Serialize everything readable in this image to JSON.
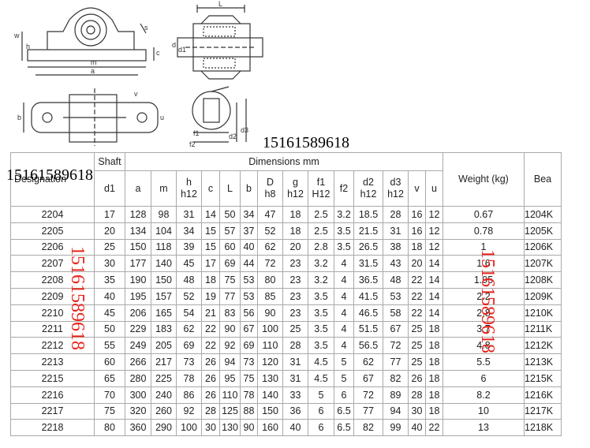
{
  "watermark": {
    "phone": "15161589618"
  },
  "table": {
    "headers": {
      "designation": "Designation",
      "shaft": "Shaft",
      "shaft_sub": "d1",
      "dimensions_group": "Dimensions mm",
      "weight": "Weight (kg)",
      "bearing": "Bea",
      "cols": [
        {
          "top": "",
          "bottom": "a"
        },
        {
          "top": "",
          "bottom": "m"
        },
        {
          "top": "h",
          "bottom": "h12"
        },
        {
          "top": "",
          "bottom": "c"
        },
        {
          "top": "",
          "bottom": "L"
        },
        {
          "top": "",
          "bottom": "b"
        },
        {
          "top": "D",
          "bottom": "h8"
        },
        {
          "top": "g",
          "bottom": "h12"
        },
        {
          "top": "f1",
          "bottom": "H12"
        },
        {
          "top": "",
          "bottom": "f2"
        },
        {
          "top": "d2",
          "bottom": "h12"
        },
        {
          "top": "d3",
          "bottom": "h12"
        },
        {
          "top": "",
          "bottom": "v"
        },
        {
          "top": "",
          "bottom": "u"
        }
      ]
    },
    "rows": [
      [
        "2204",
        "17",
        "128",
        "98",
        "31",
        "14",
        "50",
        "34",
        "47",
        "18",
        "2.5",
        "3.2",
        "18.5",
        "28",
        "16",
        "12",
        "0.67",
        "1204K"
      ],
      [
        "2205",
        "20",
        "134",
        "104",
        "34",
        "15",
        "57",
        "37",
        "52",
        "18",
        "2.5",
        "3.5",
        "21.5",
        "31",
        "16",
        "12",
        "0.78",
        "1205K"
      ],
      [
        "2206",
        "25",
        "150",
        "118",
        "39",
        "15",
        "60",
        "40",
        "62",
        "20",
        "2.8",
        "3.5",
        "26.5",
        "38",
        "18",
        "12",
        "1",
        "1206K"
      ],
      [
        "2207",
        "30",
        "177",
        "140",
        "45",
        "17",
        "69",
        "44",
        "72",
        "23",
        "3.2",
        "4",
        "31.5",
        "43",
        "20",
        "14",
        "1.6",
        "1207K"
      ],
      [
        "2208",
        "35",
        "190",
        "150",
        "48",
        "18",
        "75",
        "53",
        "80",
        "23",
        "3.2",
        "4",
        "36.5",
        "48",
        "22",
        "14",
        "1.95",
        "1208K"
      ],
      [
        "2209",
        "40",
        "195",
        "157",
        "52",
        "19",
        "77",
        "53",
        "85",
        "23",
        "3.5",
        "4",
        "41.5",
        "53",
        "22",
        "14",
        "2.2",
        "1209K"
      ],
      [
        "2210",
        "45",
        "206",
        "165",
        "54",
        "21",
        "83",
        "56",
        "90",
        "23",
        "3.5",
        "4",
        "46.5",
        "58",
        "22",
        "14",
        "2.8",
        "1210K"
      ],
      [
        "2211",
        "50",
        "229",
        "183",
        "62",
        "22",
        "90",
        "67",
        "100",
        "25",
        "3.5",
        "4",
        "51.5",
        "67",
        "25",
        "18",
        "3.7",
        "1211K"
      ],
      [
        "2212",
        "55",
        "249",
        "205",
        "69",
        "22",
        "92",
        "69",
        "110",
        "28",
        "3.5",
        "4",
        "56.5",
        "72",
        "25",
        "18",
        "4.8",
        "1212K"
      ],
      [
        "2213",
        "60",
        "266",
        "217",
        "73",
        "26",
        "94",
        "73",
        "120",
        "31",
        "4.5",
        "5",
        "62",
        "77",
        "25",
        "18",
        "5.5",
        "1213K"
      ],
      [
        "2215",
        "65",
        "280",
        "225",
        "78",
        "26",
        "95",
        "75",
        "130",
        "31",
        "4.5",
        "5",
        "67",
        "82",
        "26",
        "18",
        "6",
        "1215K"
      ],
      [
        "2216",
        "70",
        "300",
        "240",
        "86",
        "26",
        "110",
        "78",
        "140",
        "33",
        "5",
        "6",
        "72",
        "89",
        "28",
        "18",
        "8.2",
        "1216K"
      ],
      [
        "2217",
        "75",
        "320",
        "260",
        "92",
        "28",
        "125",
        "88",
        "150",
        "36",
        "6",
        "6.5",
        "77",
        "94",
        "30",
        "18",
        "10",
        "1217K"
      ],
      [
        "2218",
        "80",
        "360",
        "290",
        "100",
        "30",
        "130",
        "90",
        "160",
        "40",
        "6",
        "6.5",
        "82",
        "99",
        "40",
        "22",
        "13",
        "1218K"
      ]
    ]
  },
  "drawing_labels": {
    "front_view": [
      "w",
      "h",
      "s",
      "c",
      "m",
      "a"
    ],
    "section_view": [
      "L",
      "d1",
      "d"
    ],
    "top_view": [
      "b",
      "v",
      "u"
    ],
    "detail_view": [
      "f1",
      "f2",
      "d2",
      "d3"
    ]
  }
}
